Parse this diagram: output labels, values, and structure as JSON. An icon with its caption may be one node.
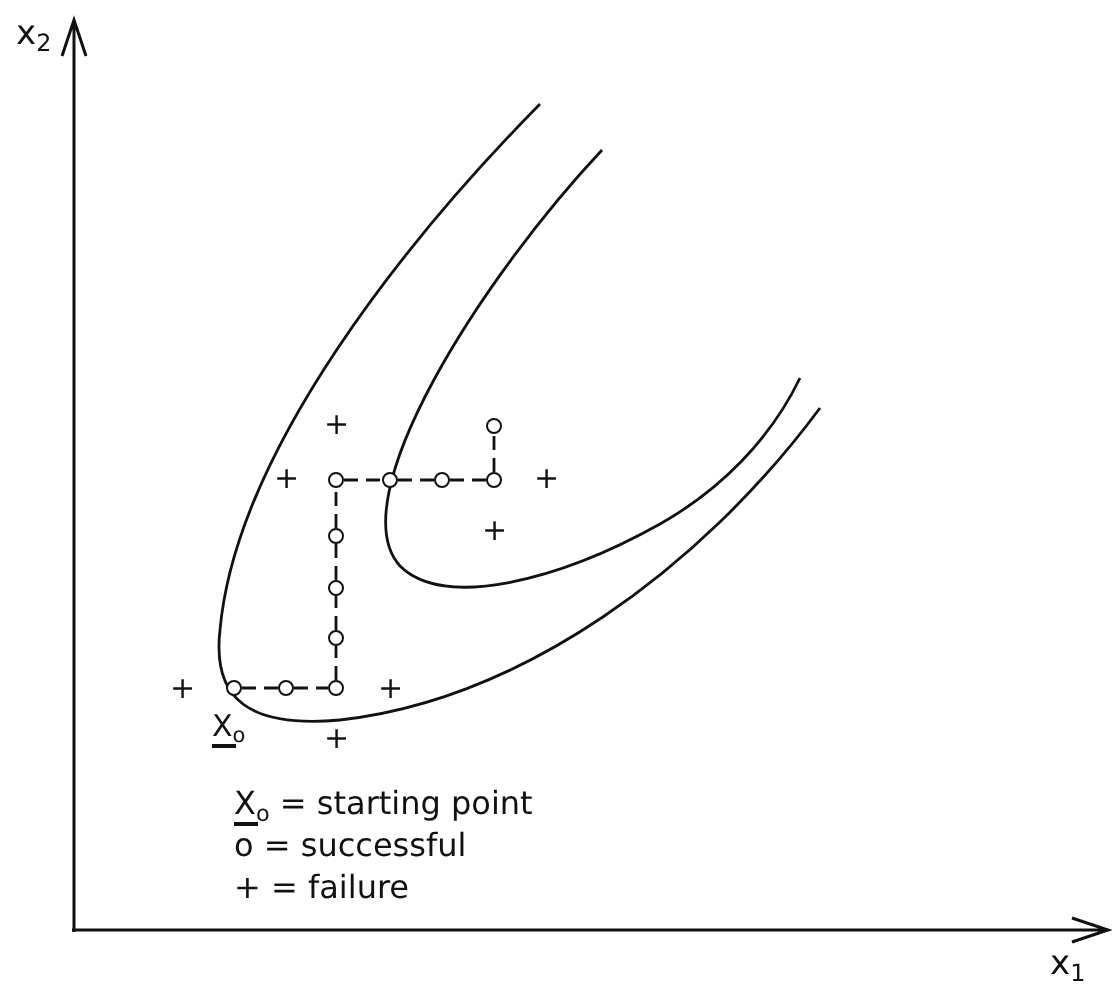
{
  "diagram": {
    "nodes": [
      {
        "text": [],
        "shape": "circle"
      },
      {
        "text": [],
        "shape": "circle"
      },
      {
        "text": [],
        "shape": "circle"
      },
      {
        "text": [],
        "shape": "circle"
      },
      {
        "text": [],
        "shape": "circle"
      },
      {
        "text": [],
        "shape": "circle"
      },
      {
        "text": [],
        "shape": "circle"
      },
      {
        "text": [],
        "shape": "circle"
      },
      {
        "text": [],
        "shape": "circle"
      },
      {
        "text": [],
        "shape": "circle"
      },
      {
        "text": [],
        "shape": "circle"
      }
    ],
    "edges": [
      {
        "from": 0,
        "to": 1,
        "arrow": "none",
        "style": "dashed"
      },
      {
        "from": 1,
        "to": 2,
        "arrow": "none",
        "style": "dashed"
      },
      {
        "from": 2,
        "to": 3,
        "arrow": "none",
        "style": "dashed"
      },
      {
        "from": 3,
        "to": 4,
        "arrow": "none",
        "style": "dashed"
      },
      {
        "from": 4,
        "to": 5,
        "arrow": "none",
        "style": "dashed"
      },
      {
        "from": 5,
        "to": 6,
        "arrow": "none",
        "style": "dashed"
      },
      {
        "from": 6,
        "to": 7,
        "arrow": "none",
        "style": "dashed"
      },
      {
        "from": 7,
        "to": 8,
        "arrow": "none",
        "style": "dashed"
      },
      {
        "from": 8,
        "to": 9,
        "arrow": "none",
        "style": "dashed"
      },
      {
        "from": 9,
        "to": 10,
        "arrow": "none",
        "style": "dashed"
      }
    ],
    "labels": [
      "x$_{2}$",
      "+",
      "+",
      "+",
      "+",
      "+",
      "+",
      "+",
      "X$_{o}$",
      "x$_{1}$"
    ],
    "legend": [
      {
        "text": "X$_{o}$ = starting point"
      },
      {
        "text": "o = successful"
      },
      {
        "text": "+ = failure"
      }
    ]
  }
}
